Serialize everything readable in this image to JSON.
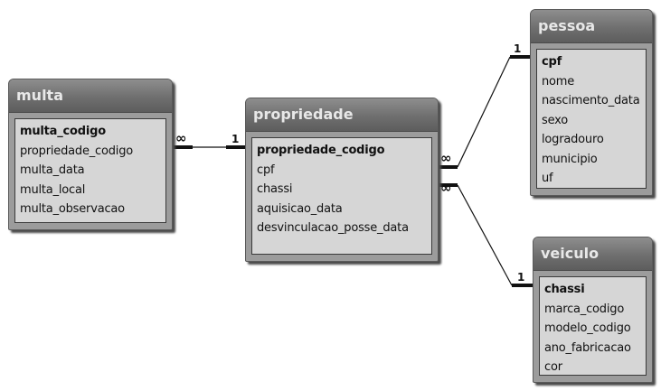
{
  "tables": [
    {
      "name": "multa",
      "fields": [
        {
          "name": "multa_codigo",
          "pk": true
        },
        {
          "name": "propriedade_codigo",
          "pk": false
        },
        {
          "name": "multa_data",
          "pk": false
        },
        {
          "name": "multa_local",
          "pk": false
        },
        {
          "name": "multa_observacao",
          "pk": false
        }
      ]
    },
    {
      "name": "propriedade",
      "fields": [
        {
          "name": "propriedade_codigo",
          "pk": true
        },
        {
          "name": "cpf",
          "pk": false
        },
        {
          "name": "chassi",
          "pk": false
        },
        {
          "name": "aquisicao_data",
          "pk": false
        },
        {
          "name": "desvinculacao_posse_data",
          "pk": false
        }
      ]
    },
    {
      "name": "pessoa",
      "fields": [
        {
          "name": "cpf",
          "pk": true
        },
        {
          "name": "nome",
          "pk": false
        },
        {
          "name": "nascimento_data",
          "pk": false
        },
        {
          "name": "sexo",
          "pk": false
        },
        {
          "name": "logradouro",
          "pk": false
        },
        {
          "name": "municipio",
          "pk": false
        },
        {
          "name": "uf",
          "pk": false
        }
      ]
    },
    {
      "name": "veiculo",
      "fields": [
        {
          "name": "chassi",
          "pk": true
        },
        {
          "name": "marca_codigo",
          "pk": false
        },
        {
          "name": "modelo_codigo",
          "pk": false
        },
        {
          "name": "ano_fabricacao",
          "pk": false
        },
        {
          "name": "cor",
          "pk": false
        }
      ]
    }
  ],
  "relationships": [
    {
      "from": "multa",
      "to": "propriedade",
      "from_card": "∞",
      "to_card": "1"
    },
    {
      "from": "propriedade",
      "to": "pessoa",
      "from_card": "∞",
      "to_card": "1"
    },
    {
      "from": "propriedade",
      "to": "veiculo",
      "from_card": "∞",
      "to_card": "1"
    }
  ]
}
